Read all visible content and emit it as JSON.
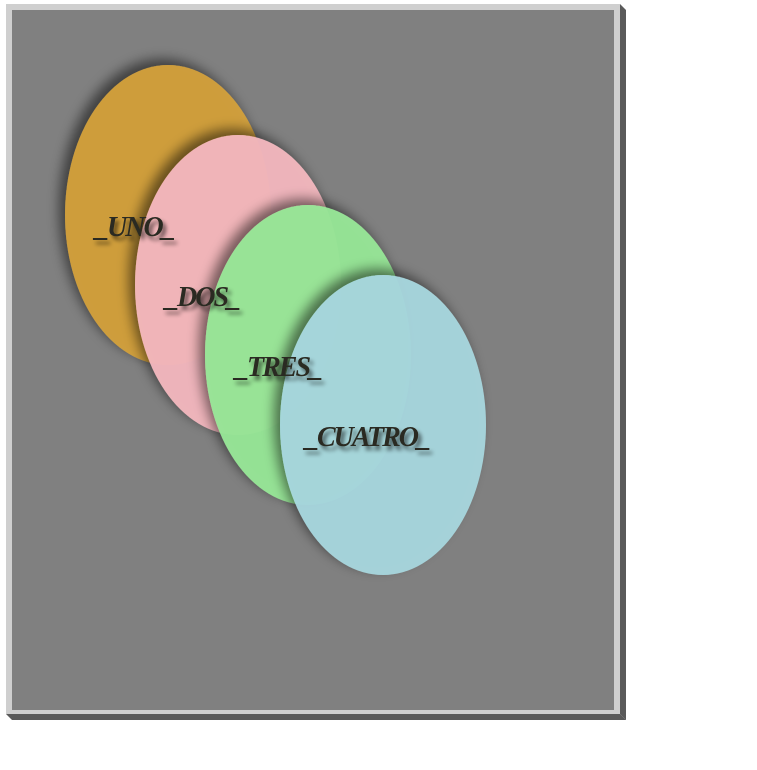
{
  "panel": {
    "background": "#808080"
  },
  "ellipses": [
    {
      "label": "_UNO_",
      "color": "#D4A03A"
    },
    {
      "label": "_DOS_",
      "color": "#F5B8C0"
    },
    {
      "label": "_TRES_",
      "color": "#98E898"
    },
    {
      "label": "_CUATRO_",
      "color": "#A8D8E0"
    }
  ]
}
